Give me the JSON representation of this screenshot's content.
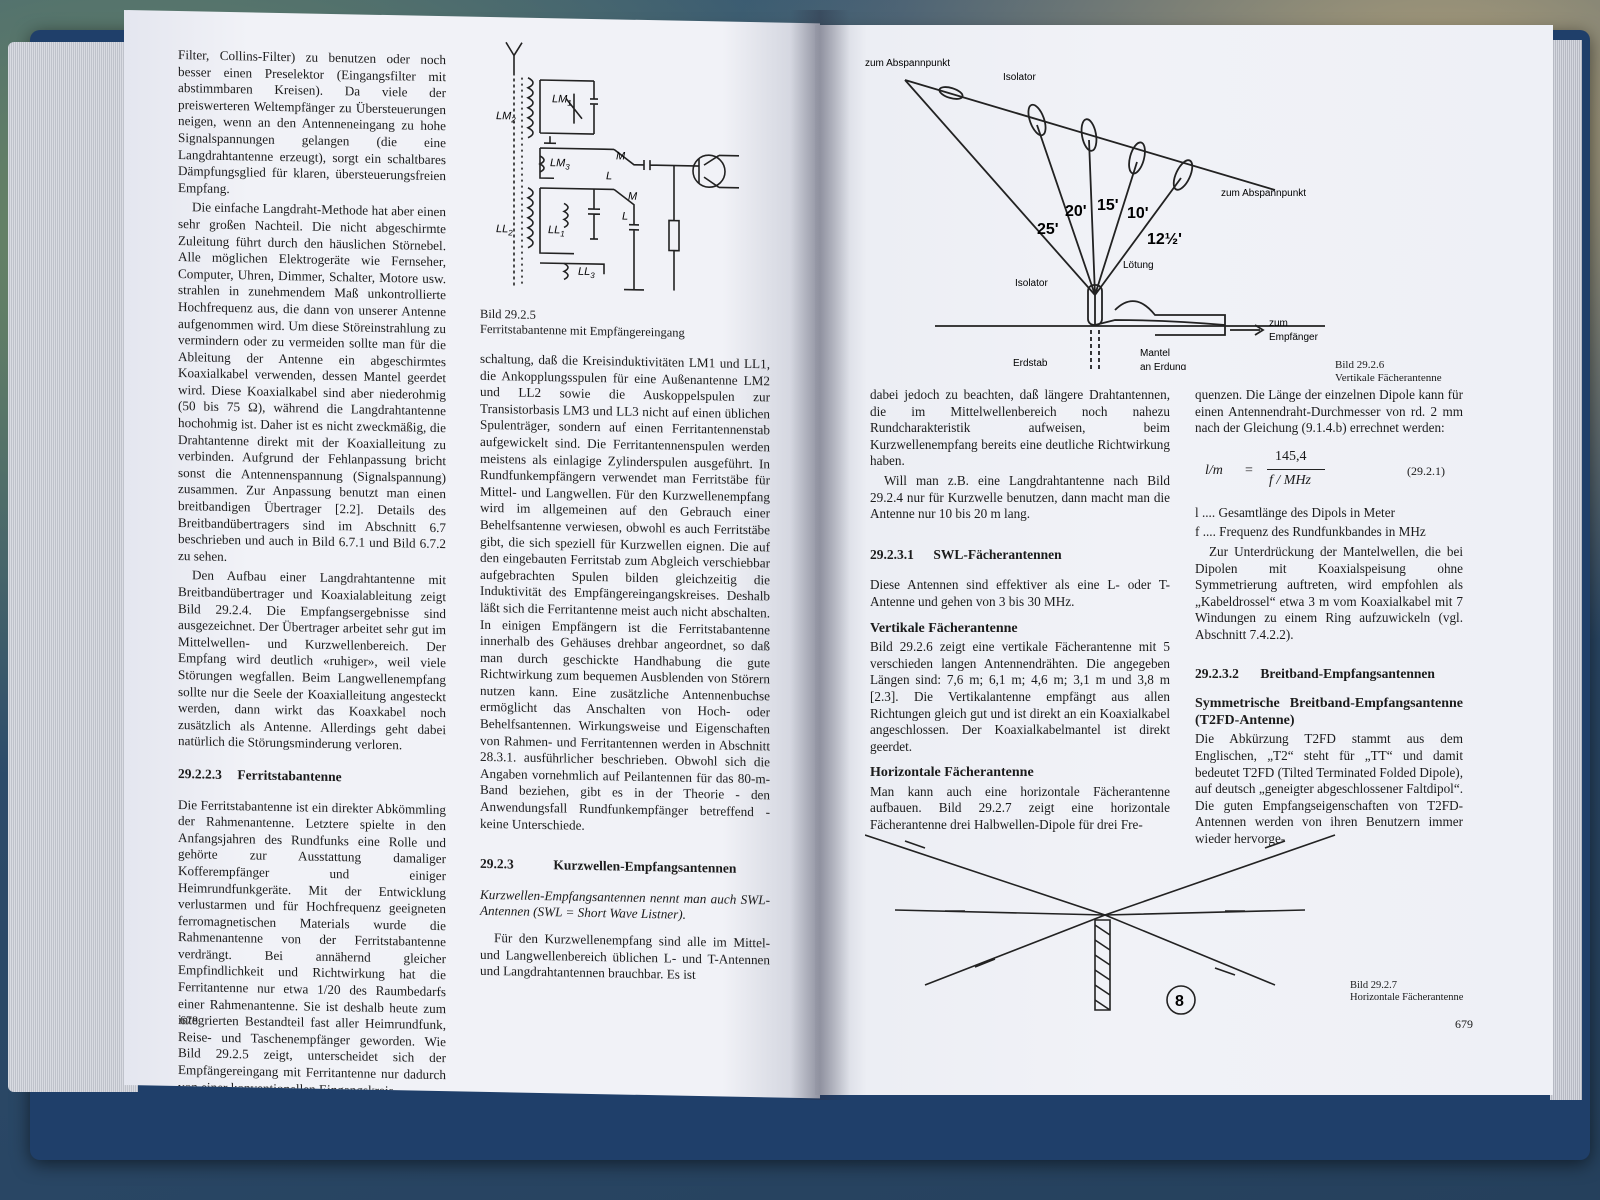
{
  "left_page": {
    "col1": {
      "p1": "Filter, Collins-Filter) zu benutzen oder noch besser einen Preselektor (Eingangsfilter mit abstimmbaren Kreisen). Da viele der preiswerteren Weltempfänger zu Übersteuerungen neigen, wenn an den Antenneneingang zu hohe Signalspannungen gelangen (die eine Langdrahtantenne erzeugt), sorgt ein schaltbares Dämpfungsglied für klaren, übersteuerungsfreien Empfang.",
      "p2": "Die einfache Langdraht-Methode hat aber einen sehr großen Nachteil. Die nicht abgeschirmte Zuleitung führt durch den häuslichen Störnebel. Alle möglichen Elektrogeräte wie Fernseher, Computer, Uhren, Dimmer, Schalter, Motore usw. strahlen in zunehmendem Maß unkontrollierte Hochfrequenz aus, die dann von unserer Antenne aufgenommen wird. Um diese Störeinstrahlung zu vermindern oder zu vermeiden sollte man für die Ableitung der Antenne ein abgeschirmtes Koaxialkabel verwenden, dessen Mantel geerdet wird. Diese Koaxialkabel sind aber niederohmig (50 bis 75 Ω), während die Langdrahtantenne hochohmig ist. Daher ist es nicht zweckmäßig, die Drahtantenne direkt mit der Koaxialleitung zu verbinden. Aufgrund der Fehlanpassung bricht sonst die Antennenspannung (Signalspannung) zusammen. Zur Anpassung benutzt man einen breitbandigen Übertrager [2.2]. Details des Breitbandübertragers sind im Abschnitt 6.7 beschrieben und auch in Bild 6.7.1 und Bild 6.7.2 zu sehen.",
      "p3": "Den Aufbau einer Langdrahtantenne mit Breitbandübertrager und Koaxialableitung zeigt Bild 29.2.4. Die Empfangsergebnisse sind ausgezeichnet. Der Übertrager arbeitet sehr gut im Mittelwellen- und Kurzwellenbereich. Der Empfang wird deutlich «ruhiger», weil viele Störungen wegfallen. Beim Langwellenempfang sollte nur die Seele der Koaxialleitung angesteckt werden, dann wirkt das Koaxkabel noch zusätzlich als Antenne. Allerdings geht dabei natürlich die Störungsminderung verloren.",
      "h_num": "29.2.2.3",
      "h_title": "Ferritstabantenne",
      "p4": "Die Ferritstabantenne ist ein direkter Abkömmling der Rahmenantenne. Letztere spielte in den Anfangsjahren des Rundfunks eine Rolle und gehörte zur Ausstattung damaliger Kofferempfänger und einiger Heimrundfunkgeräte. Mit der Entwicklung verlustarmen und für Hochfrequenz geeigneten ferromagnetischen Materials wurde die Rahmenantenne von der Ferritstabantenne verdrängt. Bei annähernd gleicher Empfindlichkeit und Richtwirkung hat die Ferritantenne nur etwa 1/20 des Raumbedarfs einer Rahmenantenne. Sie ist deshalb heute zum integrierten Bestandteil fast aller Heimrundfunk, Reise- und Taschenempfänger geworden. Wie Bild 29.2.5 zeigt, unterscheidet sich der Empfängereingang mit Ferritantenne nur dadurch von einer konventionellen Eingangskreis-"
    },
    "col2": {
      "p1": "schaltung, daß die Kreisinduktivitäten LM1 und LL1, die Ankopplungsspulen für eine Außenantenne LM2 und LL2 sowie die Auskoppelspulen zur Transistorbasis LM3 und LL3 nicht auf einen üblichen Spulenträger, sondern auf einen Ferritantennenstab aufgewickelt sind. Die Ferritantennenspulen werden meistens als einlagige Zylinderspulen ausgeführt. In Rundfunkempfängern verwendet man Ferritstäbe für Mittel- und Langwellen. Für den Kurzwellenempfang wird im allgemeinen auf den Gebrauch einer Behelfsantenne verwiesen, obwohl es auch Ferritstäbe gibt, die sich speziell für Kurzwellen eignen. Die auf den eingebauten Ferritstab zum Abgleich verschiebbar aufgebrachten Spulen bilden gleichzeitig die Induktivität des Empfängereingangskreises. Deshalb läßt sich die Ferritantenne meist auch nicht abschalten. In einigen Empfängern ist die Ferritstabantenne innerhalb des Gehäuses drehbar angeordnet, so daß man durch geschickte Handhabung die gute Richtwirkung zum bequemen Ausblenden von Störern nutzen kann. Eine zusätzliche Antennenbuchse ermöglicht das Anschalten von Hoch- oder Behelfsantennen. Wirkungsweise und Eigenschaften von Rahmen- und Ferritantennen werden in Abschnitt 28.3.1. ausführlicher beschrieben. Obwohl sich die Angaben vornehmlich auf Peilantennen für das 80-m-Band beziehen, gibt es in der Theorie - den Anwendungsfall Rundfunkempfänger betreffend - keine Unterschiede.",
      "h_num": "29.2.3",
      "h_title": "Kurzwellen-Empfangsantennen",
      "p2": "Kurzwellen-Empfangsantennen nennt man auch SWL-Antennen (SWL = Short Wave Listner).",
      "p3": "Für den Kurzwellenempfang sind alle im Mittel- und Langwellenbereich üblichen L- und T-Antennen und Langdrahtantennen brauchbar. Es ist"
    },
    "fig": {
      "caption_num": "Bild 29.2.5",
      "caption_text": "Ferritstabantenne mit Empfängereingang",
      "labels": [
        "LM1",
        "LM2",
        "LM3",
        "LL1",
        "LL2",
        "LL3",
        "M",
        "M",
        "L",
        "L"
      ]
    },
    "page_number": "678"
  },
  "right_page": {
    "fig_top": {
      "labels": {
        "tl": "zum Abspannpunkt",
        "iso1": "Isolator",
        "tr": "zum Abspannpunkt",
        "a25": "25'",
        "a20": "20'",
        "a15": "15'",
        "a10": "10'",
        "a12": "12½'",
        "loetung": "Lötung",
        "iso2": "Isolator",
        "rx1": "zum",
        "rx2": "Empfänger",
        "erdstab": "Erdstab",
        "mantel1": "Mantel",
        "mantel2": "an Erdung"
      },
      "caption_num": "Bild 29.2.6",
      "caption_text": "Vertikale Fächerantenne"
    },
    "col1": {
      "p1": "dabei jedoch zu beachten, daß längere Drahtantennen, die im Mittelwellenbereich noch nahezu Rundcharakteristik aufweisen, beim Kurzwellenempfang bereits eine deutliche Richtwirkung haben.",
      "p2": "Will man z.B. eine Langdrahtantenne nach Bild 29.2.4 nur für Kurzwelle benutzen, dann macht man die Antenne nur 10 bis 20 m lang.",
      "h_num": "29.2.3.1",
      "h_title": "SWL-Fächerantennen",
      "p3": "Diese Antennen sind effektiver als eine L- oder T-Antenne und gehen von 3 bis 30 MHz.",
      "s1": "Vertikale Fächerantenne",
      "p4": "Bild 29.2.6 zeigt eine vertikale Fächerantenne mit 5 verschieden langen Antennendrähten. Die angegeben Längen sind: 7,6 m; 6,1 m; 4,6 m; 3,1 m und 3,8 m [2.3]. Die Vertikalantenne empfängt aus allen Richtungen gleich gut und ist direkt an ein Koaxialkabel angeschlossen. Der Koaxialkabelmantel ist direkt geerdet.",
      "s2": "Horizontale Fächerantenne",
      "p5": "Man kann auch eine horizontale Fächerantenne aufbauen. Bild 29.2.7 zeigt eine horizontale Fächerantenne drei Halbwellen-Dipole für drei Fre-"
    },
    "col2": {
      "p1": "quenzen. Die Länge der einzelnen Dipole kann für einen Antennendraht-Durchmesser von rd. 2 mm nach der Gleichung (9.1.4.b) errechnet werden:",
      "eq_lhs": "l/m",
      "eq_num": "145,4",
      "eq_den": "f / MHz",
      "eq_ref": "(29.2.1)",
      "leg1": "l .... Gesamtlänge des Dipols in Meter",
      "leg2": "f .... Frequenz des Rundfunkbandes in MHz",
      "p2": "Zur Unterdrückung der Mantelwellen, die bei Dipolen mit Koaxialspeisung ohne Symmetrierung auftreten, wird empfohlen als „Kabeldrossel“ etwa 3 m vom Koaxialkabel mit 7 Windungen zu einem Ring aufzuwickeln (vgl. Abschnitt 7.4.2.2).",
      "h_num": "29.2.3.2",
      "h_title": "Breitband-Empfangsantennen",
      "s1": "Symmetrische Breitband-Empfangsantenne (T2FD-Antenne)",
      "p3": "Die Abkürzung T2FD stammt aus dem Englischen, „T2“ steht für „TT“ und damit bedeutet T2FD (Tilted Terminated Folded Dipole), auf deutsch „geneigter abgeschlossener Faltdipol“. Die guten Empfangseigenschaften von T2FD-Antennen werden von ihren Benutzern immer wieder hervorge-"
    },
    "fig_bottom": {
      "marker": "8",
      "caption_num": "Bild 29.2.7",
      "caption_text": "Horizontale Fächerantenne"
    },
    "page_number": "679"
  }
}
